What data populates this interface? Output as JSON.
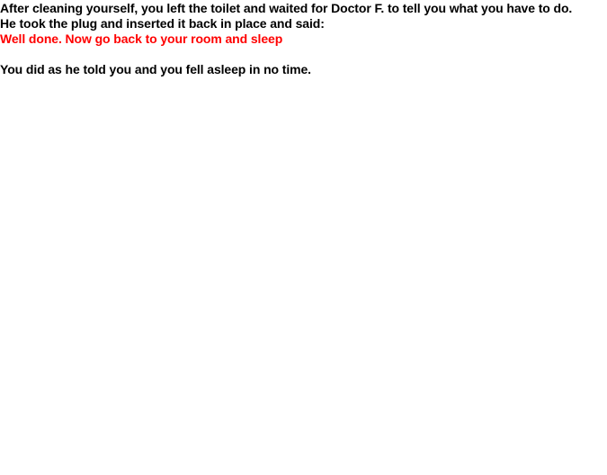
{
  "story": {
    "lines": [
      "After cleaning yourself, you left the toilet and waited for Doctor F. to tell you what you have to do.",
      "He took the plug and inserted it back in place and said:"
    ],
    "speech": "Well done. Now go back to your room and sleep",
    "outcome": "You did as he told you and you fell asleep in no time."
  },
  "colors": {
    "text": "#000000",
    "speech": "#ff0000",
    "background": "#ffffff"
  }
}
